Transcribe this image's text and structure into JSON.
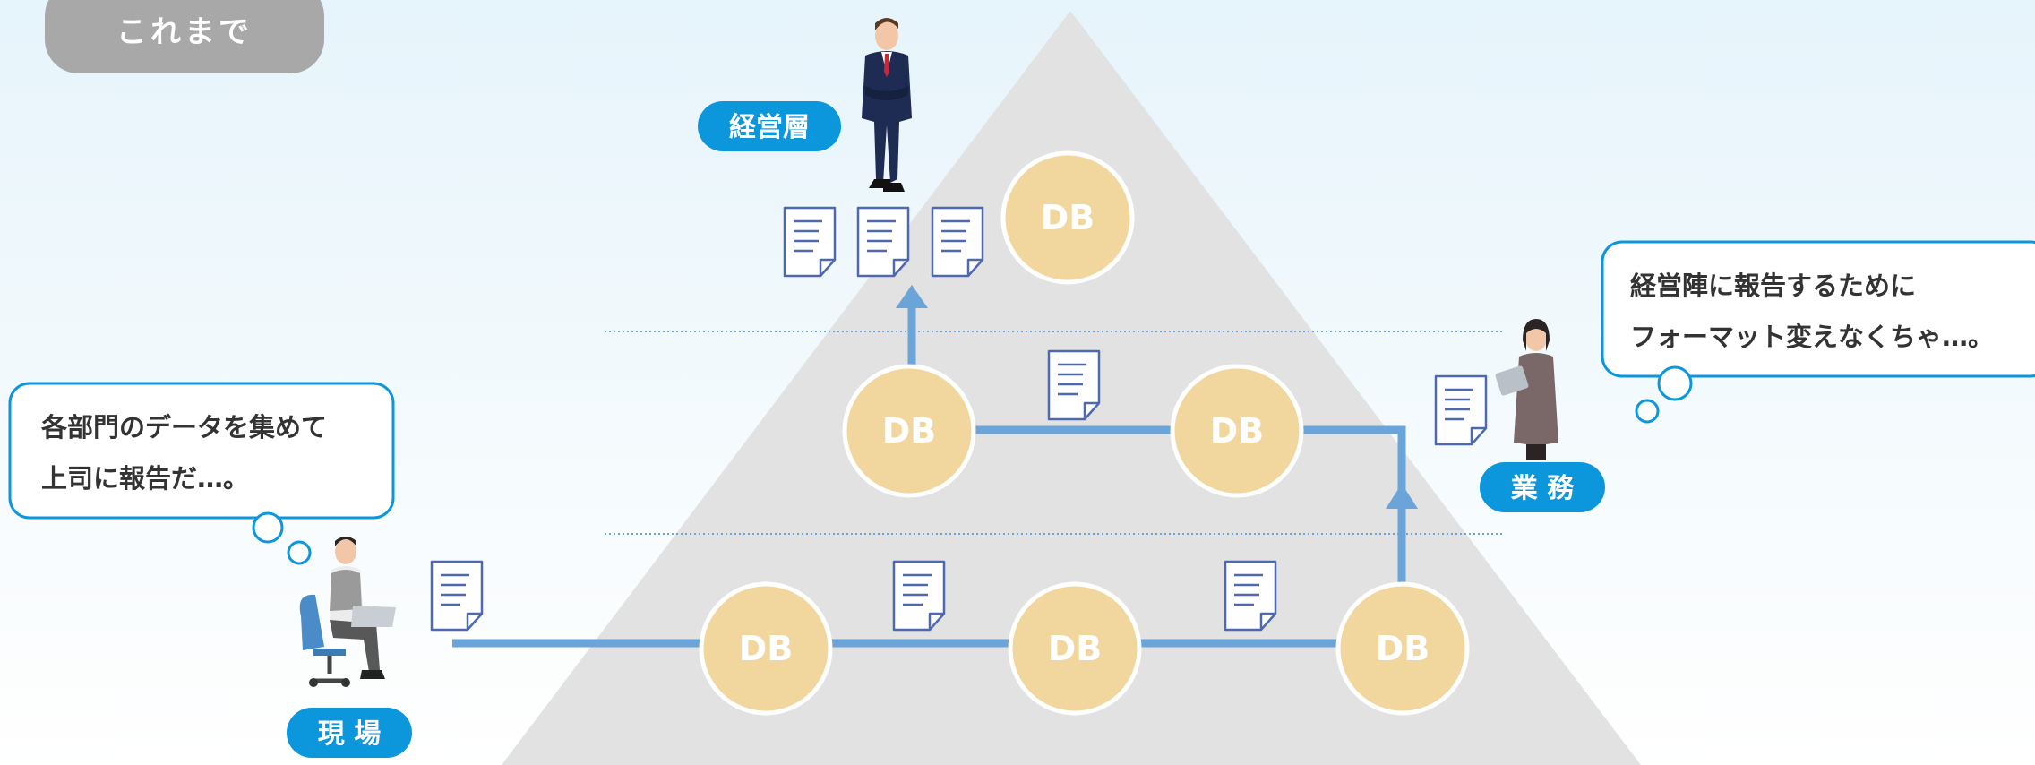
{
  "header": {
    "badge_label": "これまで"
  },
  "roles": {
    "executive": "経営層",
    "operations": "業 務",
    "field": "現 場"
  },
  "bubbles": {
    "field": {
      "line1": "各部門のデータを集めて",
      "line2": "上司に報告だ…。"
    },
    "operations": {
      "line1": "経営陣に報告するために",
      "line2": "フォーマット変えなくちゃ…。"
    }
  },
  "databases": {
    "label": "DB"
  },
  "colors": {
    "badge_bg": "#a8a8a8",
    "pyramid": "#e2e2e2",
    "db_fill": "#f1d69e",
    "flow_line": "#6aa4d8",
    "role_badge": "#0c96dc",
    "bubble_border": "#0c96dc",
    "doc_icon": "#4e69b0",
    "text_dark": "#333333"
  },
  "icons": [
    "document-icon",
    "flow-arrow",
    "database-circle",
    "businessman-figure",
    "businesswoman-figure",
    "office-worker-figure"
  ]
}
